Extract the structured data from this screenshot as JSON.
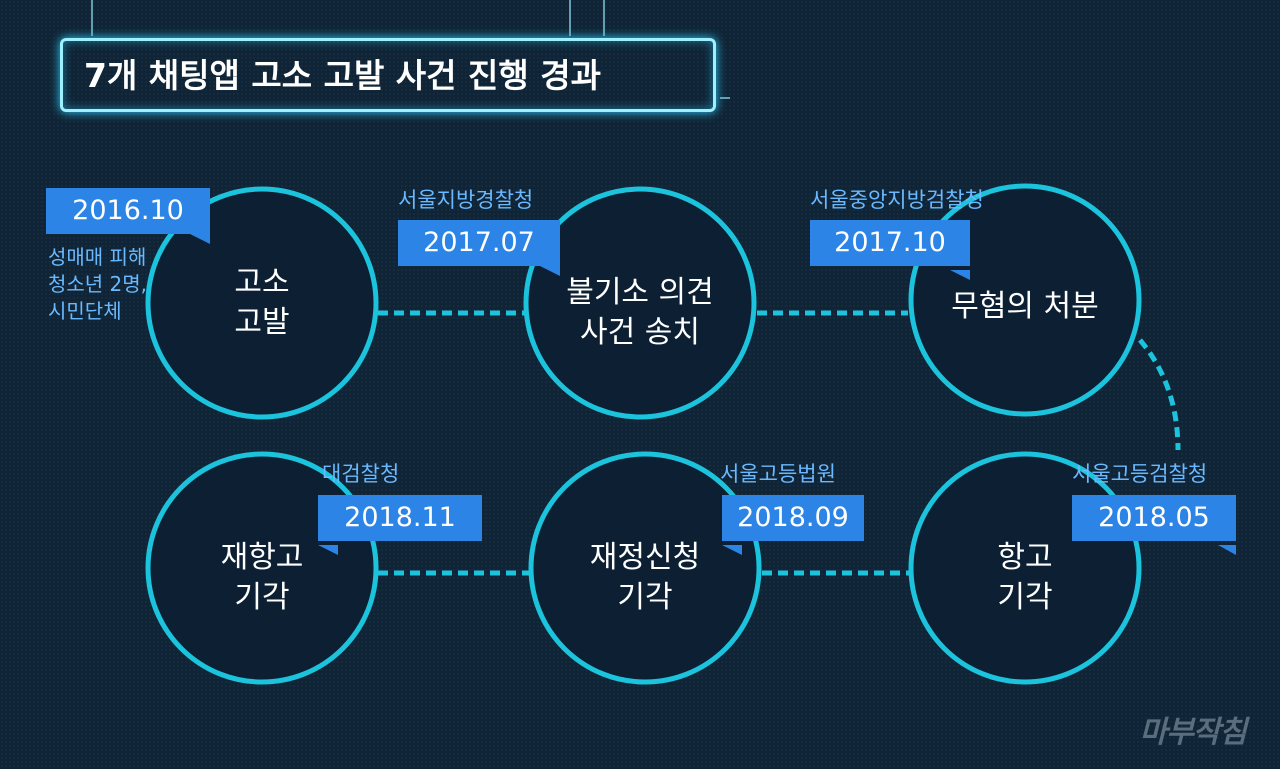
{
  "title": "7개 채팅앱 고소 고발 사건 진행 경과",
  "note": "성매매 피해\n청소년 2명,\n시민단체",
  "nodes": [
    {
      "label": "고소\n고발",
      "org": "",
      "date": "2016.10"
    },
    {
      "label": "불기소 의견\n사건 송치",
      "org": "서울지방경찰청",
      "date": "2017.07"
    },
    {
      "label": "무혐의 처분",
      "org": "서울중앙지방검찰청",
      "date": "2017.10"
    },
    {
      "label": "항고\n기각",
      "org": "서울고등검찰청",
      "date": "2018.05"
    },
    {
      "label": "재정신청\n기각",
      "org": "서울고등법원",
      "date": "2018.09"
    },
    {
      "label": "재항고\n기각",
      "org": "대검찰청",
      "date": "2018.11"
    }
  ],
  "logo": "마부작침",
  "colors": {
    "circle": "#1cc3dd",
    "date_bg": "#2b84e6",
    "org_text": "#6ab9ff",
    "background": "#0f2436"
  }
}
